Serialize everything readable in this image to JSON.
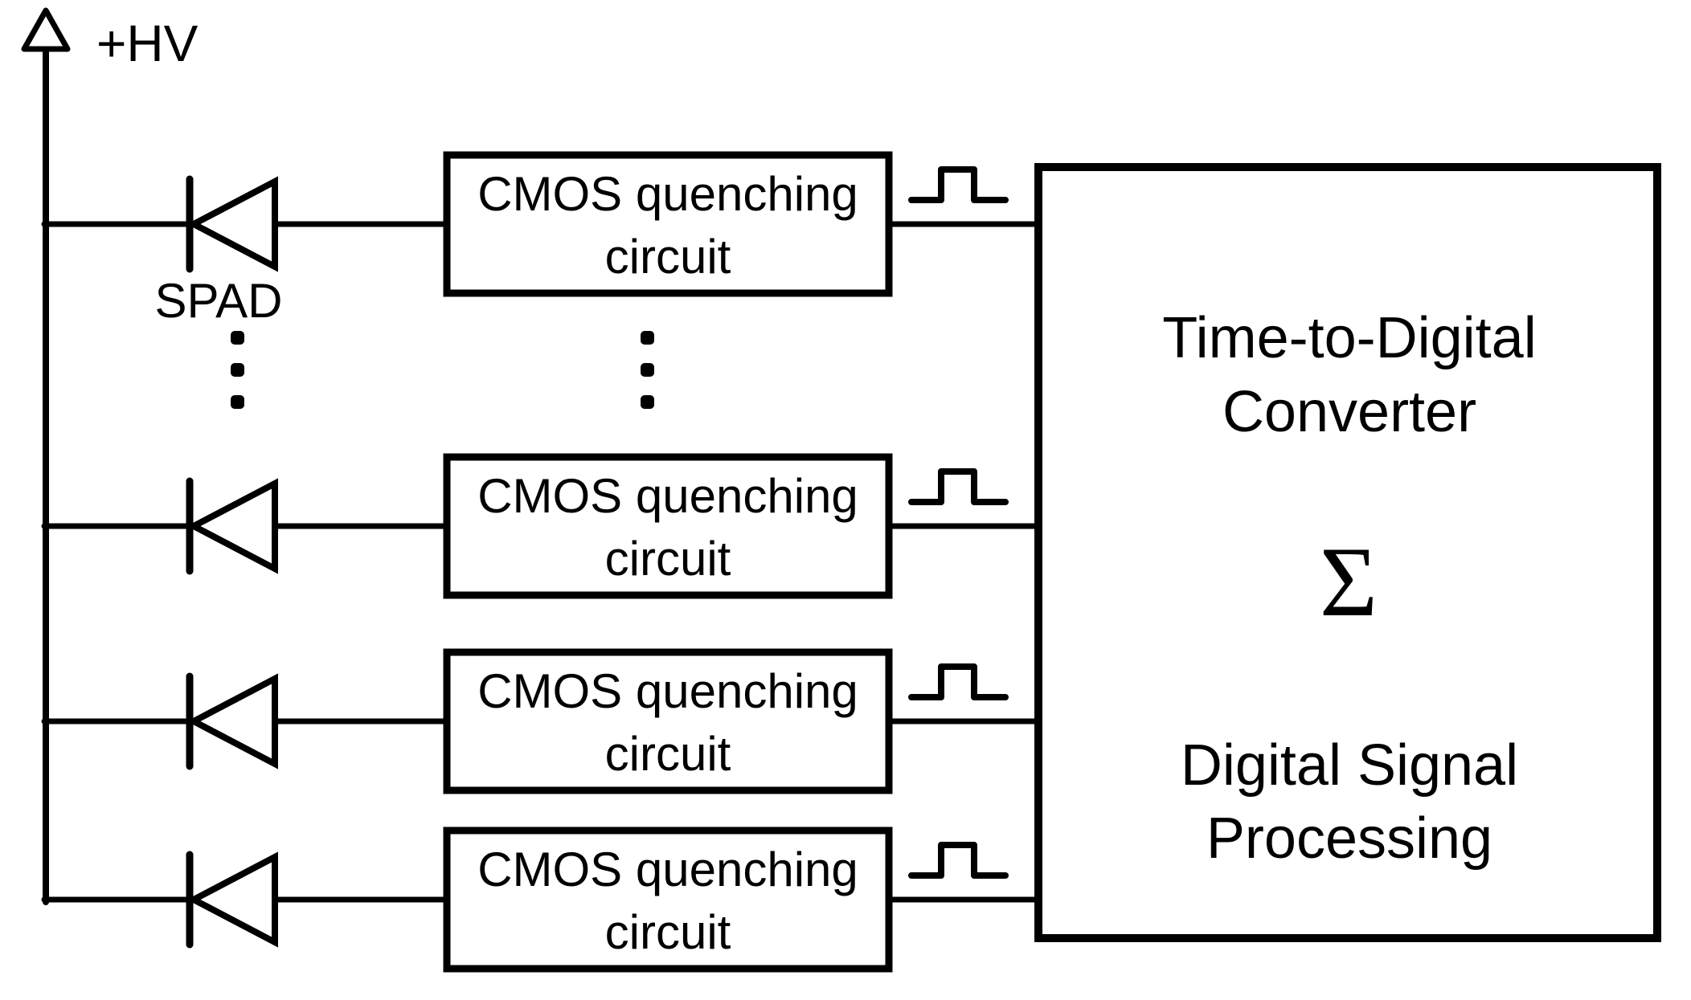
{
  "diagram": {
    "background_color": "#ffffff",
    "line_color": "#000000",
    "power_rail": {
      "label": "+HV"
    },
    "spad_label": "SPAD",
    "quenching_circuit": {
      "line1": "CMOS quenching",
      "line2": "circuit"
    },
    "tdc": {
      "title_line1": "Time-to-Digital",
      "title_line2": "Converter",
      "sum_symbol": "Σ",
      "dsp_line1": "Digital Signal",
      "dsp_line2": "Processing"
    }
  }
}
